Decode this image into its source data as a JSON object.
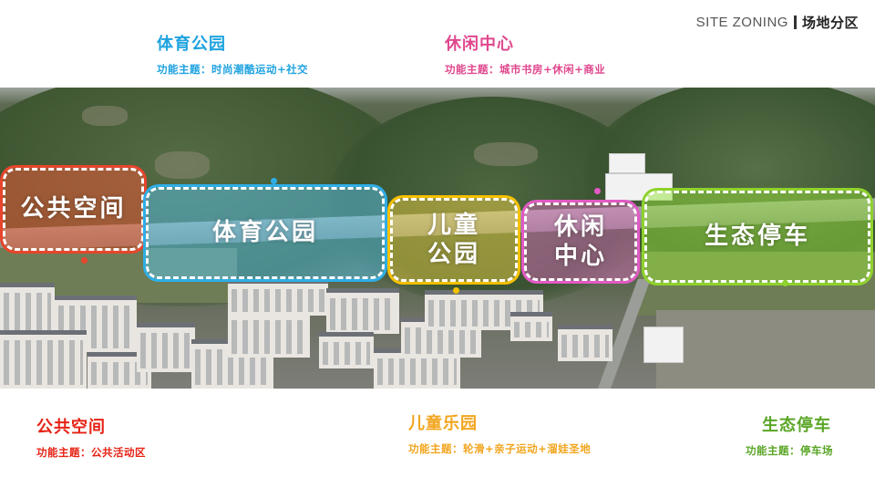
{
  "header": {
    "en": "SITE ZONING",
    "cn": "场地分区"
  },
  "captions": {
    "sports": {
      "name": "体育公园",
      "theme": "功能主题：时尚潮酷运动+社交"
    },
    "leisure": {
      "name": "休闲中心",
      "theme": "功能主题：城市书房+休闲+商业"
    },
    "public": {
      "name": "公共空间",
      "theme": "功能主题：公共活动区"
    },
    "kids": {
      "name": "儿童乐园",
      "theme": "功能主题：轮滑+亲子运动+溜娃圣地"
    },
    "eco": {
      "name": "生态停车",
      "theme": "功能主题：停车场"
    }
  },
  "zones": {
    "public": {
      "line1": "公共空间",
      "line2": "",
      "color": "#e8452d"
    },
    "sports": {
      "line1": "体育公园",
      "line2": "",
      "color": "#2eaee6"
    },
    "kids": {
      "line1": "儿童",
      "line2": "公园",
      "color": "#f5c000"
    },
    "leisure": {
      "line1": "休闲",
      "line2": "中心",
      "color": "#e25ac5"
    },
    "eco": {
      "line1": "生态停车",
      "line2": "",
      "color": "#8fd22d"
    }
  }
}
